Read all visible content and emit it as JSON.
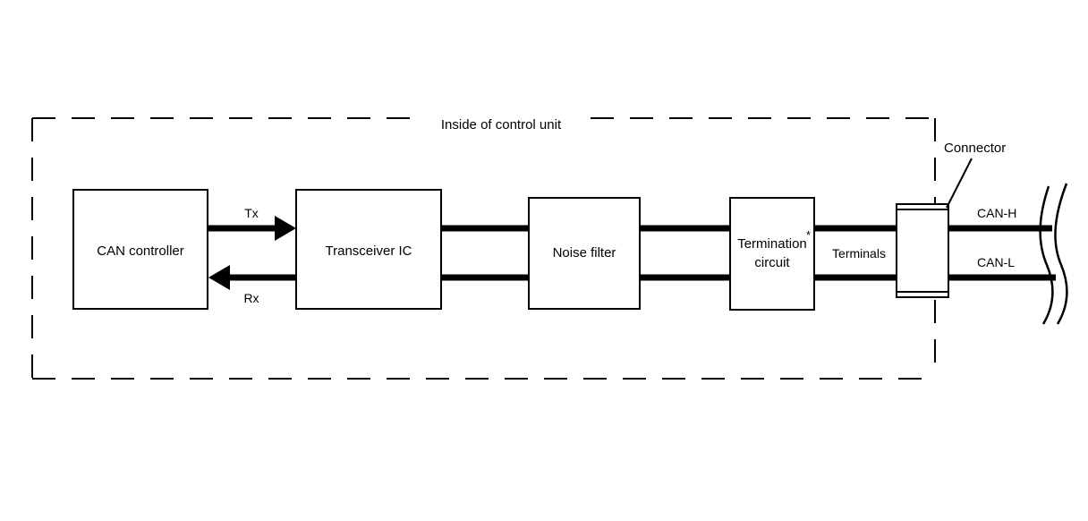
{
  "diagram": {
    "title": "Inside of control unit",
    "enclosure_label": "Inside of control unit",
    "blocks": [
      {
        "id": "can-controller",
        "label": "CAN controller"
      },
      {
        "id": "transceiver-ic",
        "label": "Transceiver IC"
      },
      {
        "id": "noise-filter",
        "label": "Noise filter"
      },
      {
        "id": "termination-circuit",
        "label_line1": "Termination",
        "label_line2": "circuit",
        "footnote_marker": "*"
      },
      {
        "id": "connector",
        "label": "Connector"
      }
    ],
    "signals": {
      "tx": "Tx",
      "rx": "Rx",
      "terminals": "Terminals",
      "can_high": "CAN-H",
      "can_low": "CAN-L"
    },
    "colors": {
      "line": "#000000",
      "background": "#ffffff",
      "box_fill": "#ffffff"
    }
  }
}
